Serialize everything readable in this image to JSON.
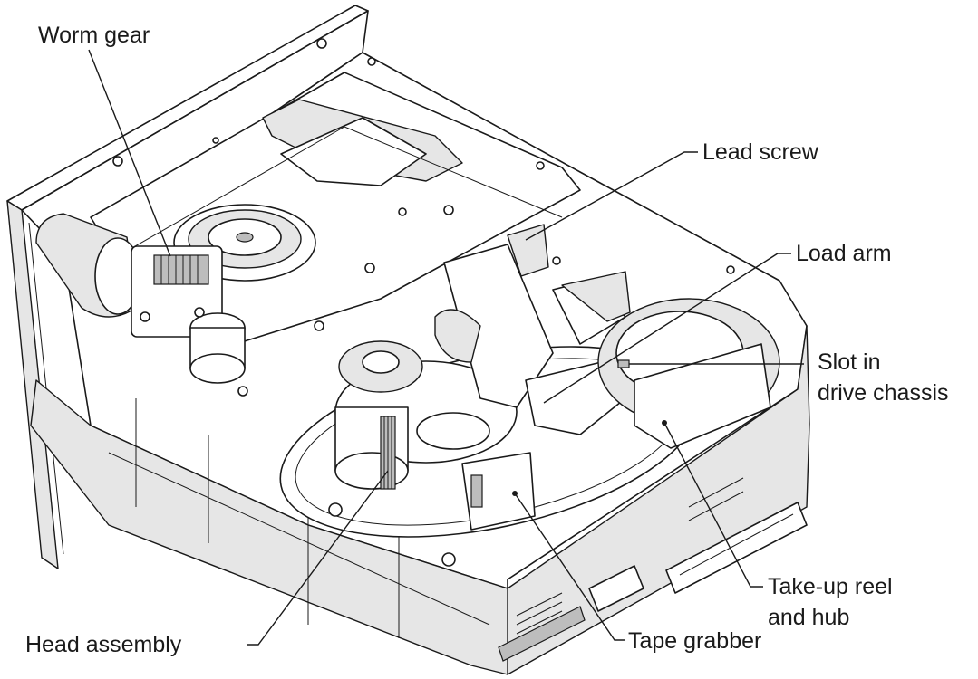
{
  "figure": {
    "labels": {
      "worm_gear": "Worm gear",
      "lead_screw": "Lead screw",
      "load_arm": "Load arm",
      "slot_line1": "Slot in",
      "slot_line2": "drive chassis",
      "takeup_line1": "Take-up reel",
      "takeup_line2": "and hub",
      "head_assembly": "Head assembly",
      "tape_grabber": "Tape grabber"
    }
  }
}
